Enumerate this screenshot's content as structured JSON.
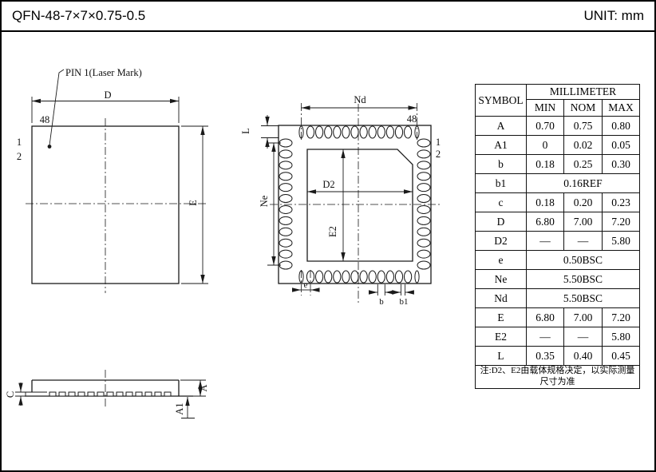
{
  "header": {
    "title": "QFN-48-7×7×0.75-0.5",
    "unit": "UNIT: mm"
  },
  "top_view": {
    "pin1_callout": "PIN 1(Laser Mark)",
    "dim_d": "D",
    "dim_e": "E",
    "pin_48": "48",
    "pin_1": "1",
    "pin_2": "2"
  },
  "bottom_view": {
    "dim_nd": "Nd",
    "dim_ne": "Ne",
    "dim_d2": "D2",
    "dim_e2": "E2",
    "dim_l": "L",
    "dim_e": "e",
    "dim_b": "b",
    "dim_b1": "b1",
    "pin_48": "48",
    "pin_1": "1",
    "pin_2": "2"
  },
  "side_view": {
    "dim_a": "A",
    "dim_a1": "A1",
    "dim_c": "C"
  },
  "table": {
    "col_symbol": "SYMBOL",
    "col_unit": "MILLIMETER",
    "col_min": "MIN",
    "col_nom": "NOM",
    "col_max": "MAX",
    "rows": [
      {
        "symbol": "A",
        "min": "0.70",
        "nom": "0.75",
        "max": "0.80"
      },
      {
        "symbol": "A1",
        "min": "0",
        "nom": "0.02",
        "max": "0.05"
      },
      {
        "symbol": "b",
        "min": "0.18",
        "nom": "0.25",
        "max": "0.30"
      },
      {
        "symbol": "b1",
        "span": "0.16REF"
      },
      {
        "symbol": "c",
        "min": "0.18",
        "nom": "0.20",
        "max": "0.23"
      },
      {
        "symbol": "D",
        "min": "6.80",
        "nom": "7.00",
        "max": "7.20"
      },
      {
        "symbol": "D2",
        "min": "—",
        "nom": "—",
        "max": "5.80"
      },
      {
        "symbol": "e",
        "span": "0.50BSC"
      },
      {
        "symbol": "Ne",
        "span": "5.50BSC"
      },
      {
        "symbol": "Nd",
        "span": "5.50BSC"
      },
      {
        "symbol": "E",
        "min": "6.80",
        "nom": "7.00",
        "max": "7.20"
      },
      {
        "symbol": "E2",
        "min": "—",
        "nom": "—",
        "max": "5.80"
      },
      {
        "symbol": "L",
        "min": "0.35",
        "nom": "0.40",
        "max": "0.45"
      }
    ],
    "note": "注:D2、E2由载体规格决定，以实际测量尺寸为准"
  }
}
